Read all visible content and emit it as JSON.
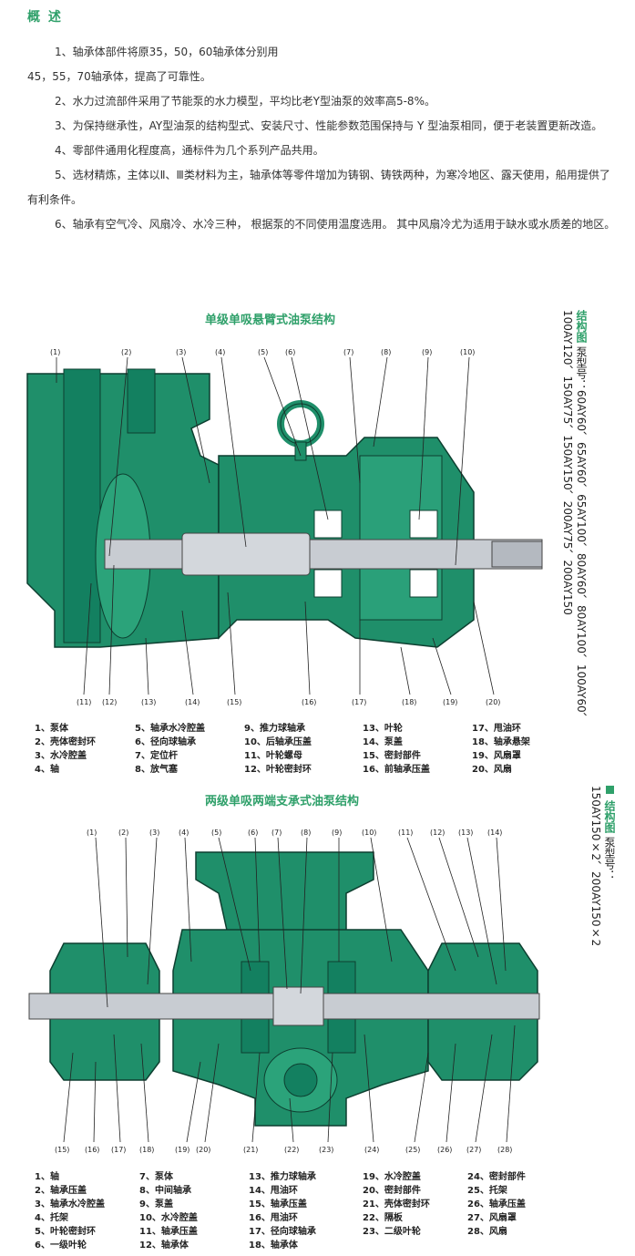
{
  "overview": {
    "heading": "概 述",
    "paragraphs": [
      "1、轴承体部件将原35，50，60轴承体分别用",
      "45，55，70轴承体，提高了可靠性。",
      "2、水力过流部件采用了节能泵的水力模型，平均比老Y型油泵的效率高5-8%。",
      "3、为保持继承性，AY型油泵的结构型式、安装尺寸、性能参数范围保持与 Y 型油泵相同，便于老装置更新改造。",
      "4、零部件通用化程度高，通标件为几个系列产品共用。",
      "5、选材精炼，主体以Ⅱ、Ⅲ类材料为主，轴承体等零件增加为铸钢、铸铁两种，为寒冷地区、露天使用，船用提供了有利条件。",
      "6、轴承有空气冷、风扇冷、水冷三种， 根据泵的不同使用温度选用。 其中风扇冷尤为适用于缺水或水质差的地区。"
    ]
  },
  "diagram1": {
    "title": "单级单吸悬臂式油泵结构",
    "side_label": "结构图",
    "side_prefix": "泵型号：",
    "side_models": "60AY60、65AY60、65AY100、80AY60、80AY100、100AY60、100AY120、150AY75、150AY150、200AY75、200AY150",
    "callouts_top": [
      "(1)",
      "(2)",
      "(3)",
      "(4)",
      "(5)",
      "(6)",
      "(7)",
      "(8)",
      "(9)",
      "(10)"
    ],
    "callouts_bottom": [
      "(11)",
      "(12)",
      "(13)",
      "(14)",
      "(15)",
      "(16)",
      "(17)",
      "(18)",
      "(19)",
      "(20)"
    ],
    "legend": [
      [
        "1、泵体",
        "5、轴承水冷腔盖",
        "9、推力球轴承",
        "13、叶轮",
        "17、甩油环"
      ],
      [
        "2、壳体密封环",
        "6、径向球轴承",
        "10、后轴承压盖",
        "14、泵盖",
        "18、轴承悬架"
      ],
      [
        "3、水冷腔盖",
        "7、定位杆",
        "11、叶轮螺母",
        "15、密封部件",
        "19、风扇罩"
      ],
      [
        "4、轴",
        "8、放气塞",
        "12、叶轮密封环",
        "16、前轴承压盖",
        "20、风扇"
      ]
    ]
  },
  "diagram2": {
    "title": "两级单吸两端支承式油泵结构",
    "side_label": "结构图",
    "side_prefix": "泵型号：",
    "side_models": "150AY150×2、200AY150×2",
    "callouts_top": [
      "(1)",
      "(2)",
      "(3)",
      "(4)",
      "(5)",
      "(6)",
      "(7)",
      "(8)",
      "(9)",
      "(10)",
      "(11)",
      "(12)",
      "(13)",
      "(14)"
    ],
    "callouts_bottom": [
      "(15)",
      "(16)",
      "(17)",
      "(18)",
      "(19)",
      "(20)",
      "(21)",
      "(22)",
      "(23)",
      "(24)",
      "(25)",
      "(26)",
      "(27)",
      "(28)"
    ],
    "legend": [
      [
        "1、轴",
        "7、泵体",
        "13、推力球轴承",
        "19、水冷腔盖",
        "24、密封部件"
      ],
      [
        "2、轴承压盖",
        "8、中间轴承",
        "14、甩油环",
        "20、密封部件",
        "25、托架"
      ],
      [
        "3、轴承水冷腔盖",
        "9、泵盖",
        "15、轴承压盖",
        "21、壳体密封环",
        "26、轴承压盖"
      ],
      [
        "4、托架",
        "10、水冷腔盖",
        "16、甩油环",
        "22、隔板",
        "27、风扇罩"
      ],
      [
        "5、叶轮密封环",
        "11、轴承压盖",
        "17、径向球轴承",
        "23、二级叶轮",
        "28、风扇"
      ],
      [
        "6、一级叶轮",
        "12、轴承体",
        "18、轴承体",
        "",
        ""
      ]
    ]
  },
  "colors": {
    "accent": "#2fa06a",
    "body": "#1f8f6a",
    "dark": "#0d3f30",
    "shaft": "#c8ccd2"
  }
}
